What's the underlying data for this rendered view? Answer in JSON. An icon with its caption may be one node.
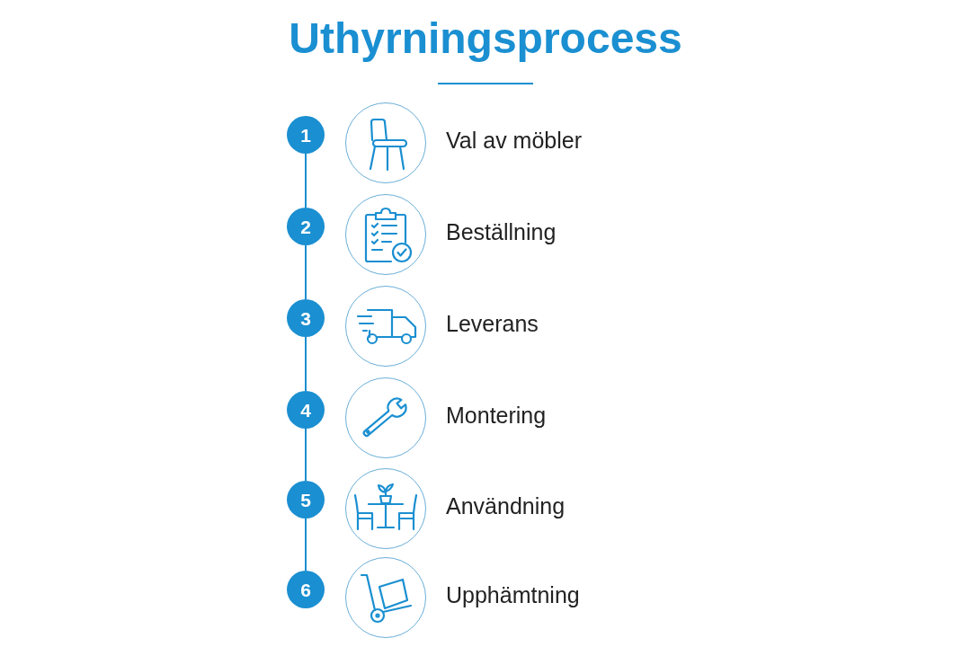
{
  "diagram": {
    "title": "Uthyrningsprocess",
    "nodes": [
      {
        "text": [
          "1"
        ]
      },
      {
        "text": [],
        "shape": "picture",
        "beside": [
          "Val av möbler"
        ]
      },
      {
        "text": [
          "2"
        ]
      },
      {
        "text": [],
        "shape": "picture",
        "beside": [
          "Beställning"
        ]
      },
      {
        "text": [
          "3"
        ]
      },
      {
        "text": [],
        "shape": "picture",
        "beside": [
          "Leverans"
        ]
      },
      {
        "text": [
          "4"
        ]
      },
      {
        "text": [],
        "shape": "picture",
        "beside": [
          "Montering"
        ]
      },
      {
        "text": [
          "5"
        ]
      },
      {
        "text": [],
        "shape": "picture",
        "beside": [
          "Användning"
        ]
      },
      {
        "text": [
          "6"
        ]
      },
      {
        "text": [],
        "shape": "picture",
        "beside": [
          "Upphämtning"
        ]
      }
    ],
    "edges": [
      {
        "from": 0,
        "to": 2,
        "arrow": "none"
      },
      {
        "from": 2,
        "to": 4,
        "arrow": "none"
      },
      {
        "from": 4,
        "to": 6,
        "arrow": "none"
      },
      {
        "from": 6,
        "to": 8,
        "arrow": "none"
      },
      {
        "from": 8,
        "to": 10,
        "arrow": "none"
      }
    ]
  }
}
